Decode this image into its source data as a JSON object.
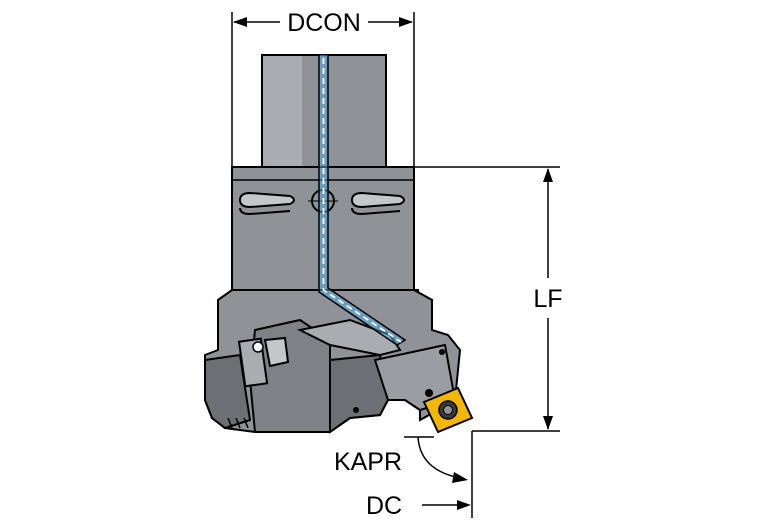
{
  "labels": {
    "dcon": "DCON",
    "lf": "LF",
    "kapr": "KAPR",
    "dc": "DC"
  },
  "colors": {
    "body": "#8f9296",
    "body_light": "#a9acb0",
    "body_dark": "#6c6f73",
    "outline": "#000000",
    "coolant": "#4aa8e0",
    "insert": "#f5b800",
    "dimension": "#000000"
  }
}
